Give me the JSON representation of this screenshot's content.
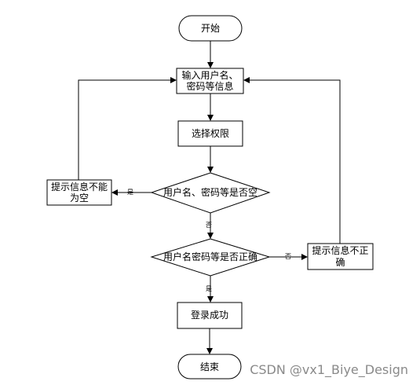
{
  "flowchart": {
    "nodes": {
      "start": "开始",
      "input_line1": "输入用户名、",
      "input_line2": "密码等信息",
      "select_permission": "选择权限",
      "check_empty": "用户名、密码等是否空",
      "empty_tip_line1": "提示信息不能",
      "empty_tip_line2": "为空",
      "check_correct": "用户名密码等是否正确",
      "incorrect_tip_line1": "提示信息不正",
      "incorrect_tip_line2": "确",
      "login_success": "登录成功",
      "end": "结束"
    },
    "edge_labels": {
      "empty_yes": "是",
      "empty_no": "否",
      "correct_no": "否",
      "correct_yes": "是"
    }
  },
  "watermark": "CSDN @vx1_Biye_Design"
}
